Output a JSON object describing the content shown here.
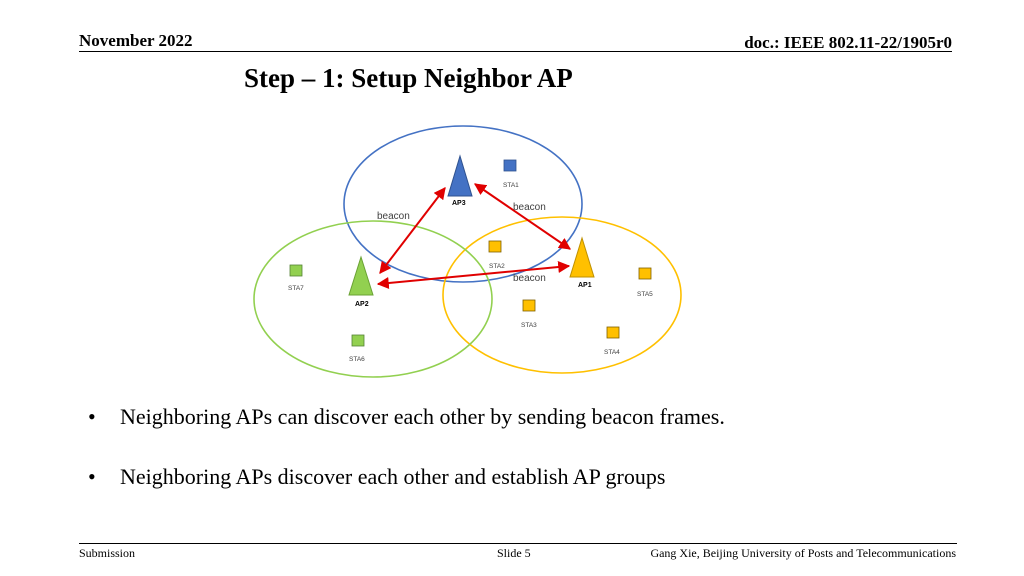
{
  "header": {
    "date": "November 2022",
    "doc": "doc.: IEEE 802.11-22/1905r0"
  },
  "title": "Step – 1: Setup Neighbor AP",
  "diagram": {
    "colors": {
      "ap3": "#4472c4",
      "ap1": "#ffc000",
      "ap2": "#92d050",
      "arrow": "#e00000"
    },
    "aps": [
      {
        "id": "ap3",
        "label": "AP3"
      },
      {
        "id": "ap2",
        "label": "AP2"
      },
      {
        "id": "ap1",
        "label": "AP1"
      }
    ],
    "stations": [
      {
        "id": "sta1",
        "label": "STA1"
      },
      {
        "id": "sta2",
        "label": "STA2"
      },
      {
        "id": "sta3",
        "label": "STA3"
      },
      {
        "id": "sta4",
        "label": "STA4"
      },
      {
        "id": "sta5",
        "label": "STA5"
      },
      {
        "id": "sta6",
        "label": "STA6"
      },
      {
        "id": "sta7",
        "label": "STA7"
      }
    ],
    "beacons": [
      {
        "id": "ap2-ap3",
        "label": "beacon"
      },
      {
        "id": "ap3-ap1",
        "label": "beacon"
      },
      {
        "id": "ap1-ap2",
        "label": "beacon"
      }
    ]
  },
  "bullets": [
    "Neighboring APs can discover each other by sending beacon frames.",
    "Neighboring APs discover each other and establish AP groups"
  ],
  "bullet_symbol": "•",
  "footer": {
    "left": "Submission",
    "slide": "Slide 5",
    "author": "Gang Xie, Beijing University of Posts and Telecommunications"
  }
}
